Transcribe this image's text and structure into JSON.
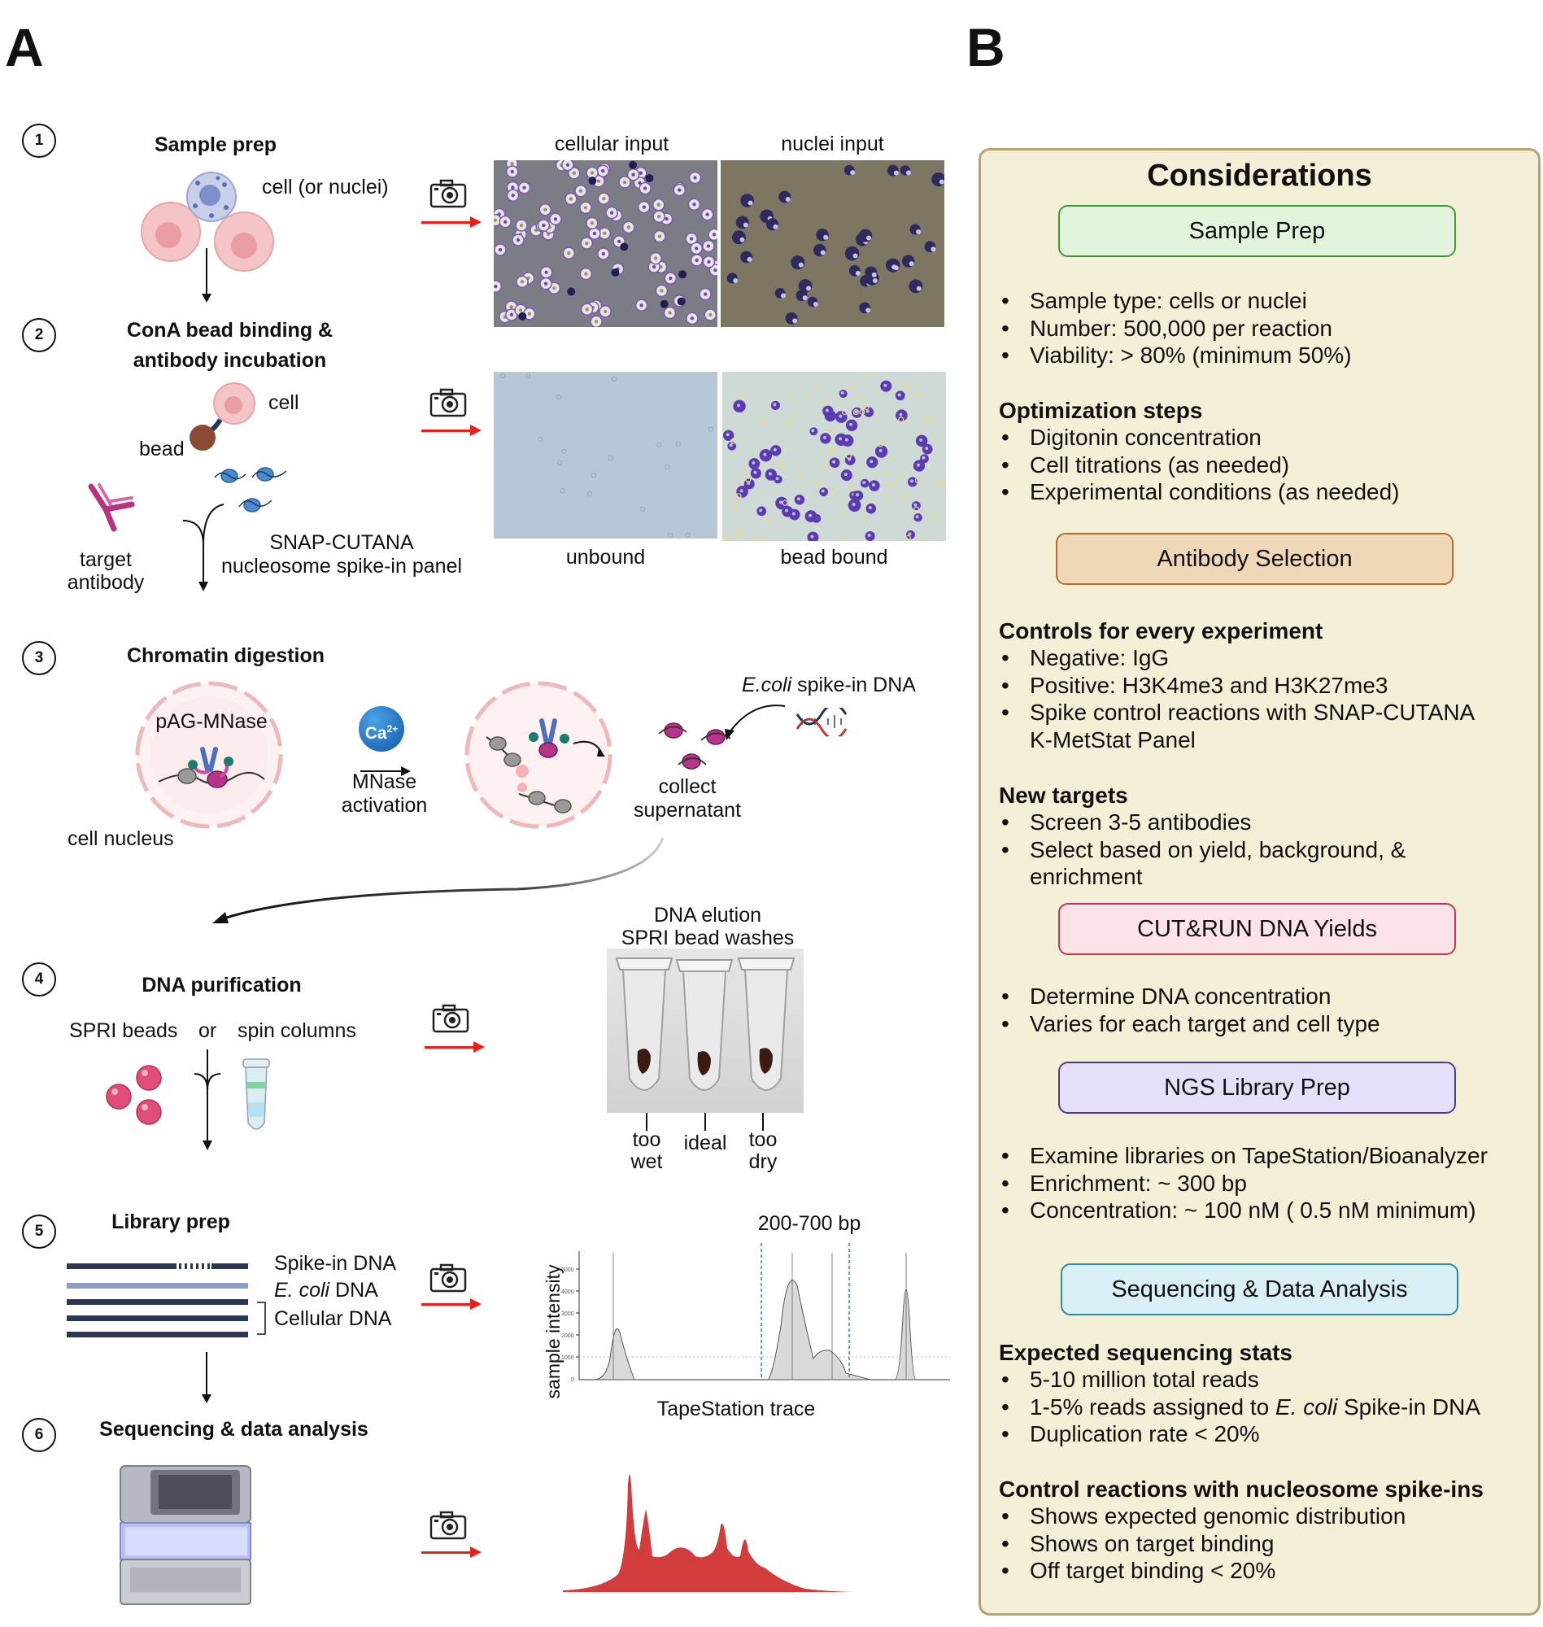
{
  "panel_a": {
    "letter": "A",
    "steps": [
      {
        "num": "1",
        "title": "Sample prep"
      },
      {
        "num": "2",
        "title_line1": "ConA bead binding &",
        "title_line2": "antibody incubation"
      },
      {
        "num": "3",
        "title": "Chromatin digestion"
      },
      {
        "num": "4",
        "title": "DNA purification"
      },
      {
        "num": "5",
        "title": "Library prep"
      },
      {
        "num": "6",
        "title": "Sequencing & data analysis"
      }
    ],
    "step1": {
      "cell_label": "cell (or nuclei)",
      "photo_left_label": "cellular input",
      "photo_right_label": "nuclei input"
    },
    "step2": {
      "cell_label": "cell",
      "bead_label": "bead",
      "antibody_label_line1": "target",
      "antibody_label_line2": "antibody",
      "spikein_line1": "SNAP-CUTANA",
      "spikein_line2": "nucleosome spike-in panel",
      "photo_left_label": "unbound",
      "photo_right_label": "bead bound"
    },
    "step3": {
      "enzyme_label": "pAG-MNase",
      "calcium_label": "Ca",
      "calcium_sup": "2+",
      "activation_line1": "MNase",
      "activation_line2": "activation",
      "nucleus_label": "cell nucleus",
      "ecoli_italic": "E.coli",
      "ecoli_rest": " spike-in DNA",
      "collect_line1": "collect",
      "collect_line2": "supernatant"
    },
    "step4": {
      "spri_label": "SPRI beads",
      "or_label": "or",
      "spin_label": "spin columns",
      "photo_title_line1": "DNA elution",
      "photo_title_line2": "SPRI bead washes",
      "tube_labels": [
        {
          "line1": "too",
          "line2": "wet"
        },
        {
          "line1": "ideal",
          "line2": ""
        },
        {
          "line1": "too",
          "line2": "dry"
        }
      ]
    },
    "step5": {
      "spikein_dna": "Spike-in DNA",
      "ecoli_italic": "E. coli",
      "ecoli_rest": " DNA",
      "cellular_dna": "Cellular DNA",
      "range_label": "200-700 bp",
      "ylabel": "sample intensity",
      "xlabel": "TapeStation trace"
    }
  },
  "panel_b": {
    "letter": "B",
    "title": "Considerations",
    "sections": {
      "sample_prep": {
        "label": "Sample Prep",
        "items": [
          "Sample type: cells or nuclei",
          "Number: 500,000 per reaction",
          "Viability: > 80% (minimum 50%)"
        ]
      },
      "optimization": {
        "heading": "Optimization steps",
        "items": [
          "Digitonin concentration",
          "Cell titrations (as needed)",
          "Experimental conditions (as needed)"
        ]
      },
      "antibody": {
        "label": "Antibody Selection"
      },
      "controls": {
        "heading": "Controls for every experiment",
        "items": [
          "Negative: IgG",
          "Positive: H3K4me3 and H3K27me3",
          "Spike control reactions with SNAP-CUTANA",
          "K-MetStat Panel"
        ]
      },
      "new_targets": {
        "heading": "New targets",
        "items": [
          "Screen 3-5 antibodies",
          "Select based on yield, background, &",
          "enrichment"
        ]
      },
      "yields": {
        "label": "CUT&RUN DNA Yields",
        "items": [
          "Determine DNA concentration",
          "Varies for each target and cell type"
        ]
      },
      "library": {
        "label": "NGS Library Prep",
        "items": [
          "Examine libraries on TapeStation/Bioanalyzer",
          "Enrichment: ~ 300 bp",
          "Concentration: ~ 100 nM ( 0.5 nM minimum)"
        ]
      },
      "sequencing": {
        "label": "Sequencing & Data Analysis"
      },
      "expected": {
        "heading": "Expected sequencing stats",
        "items": [
          "5-10 million total reads",
          "1-5% reads assigned to ",
          "Duplication rate < 20%"
        ],
        "ecoli_italic": "E. coli",
        "ecoli_rest": " Spike-in DNA"
      },
      "control_rx": {
        "heading": "Control reactions with nucleosome spike-ins",
        "items": [
          "Shows expected genomic distribution",
          "Shows on target binding",
          "Off target binding < 20%"
        ]
      }
    },
    "colors": {
      "sample_prep": "#e3f4dd",
      "antibody": "#f0d7b7",
      "yields": "#fbe3e8",
      "library": "#e5e0f8",
      "sequencing": "#daf0f6"
    }
  }
}
